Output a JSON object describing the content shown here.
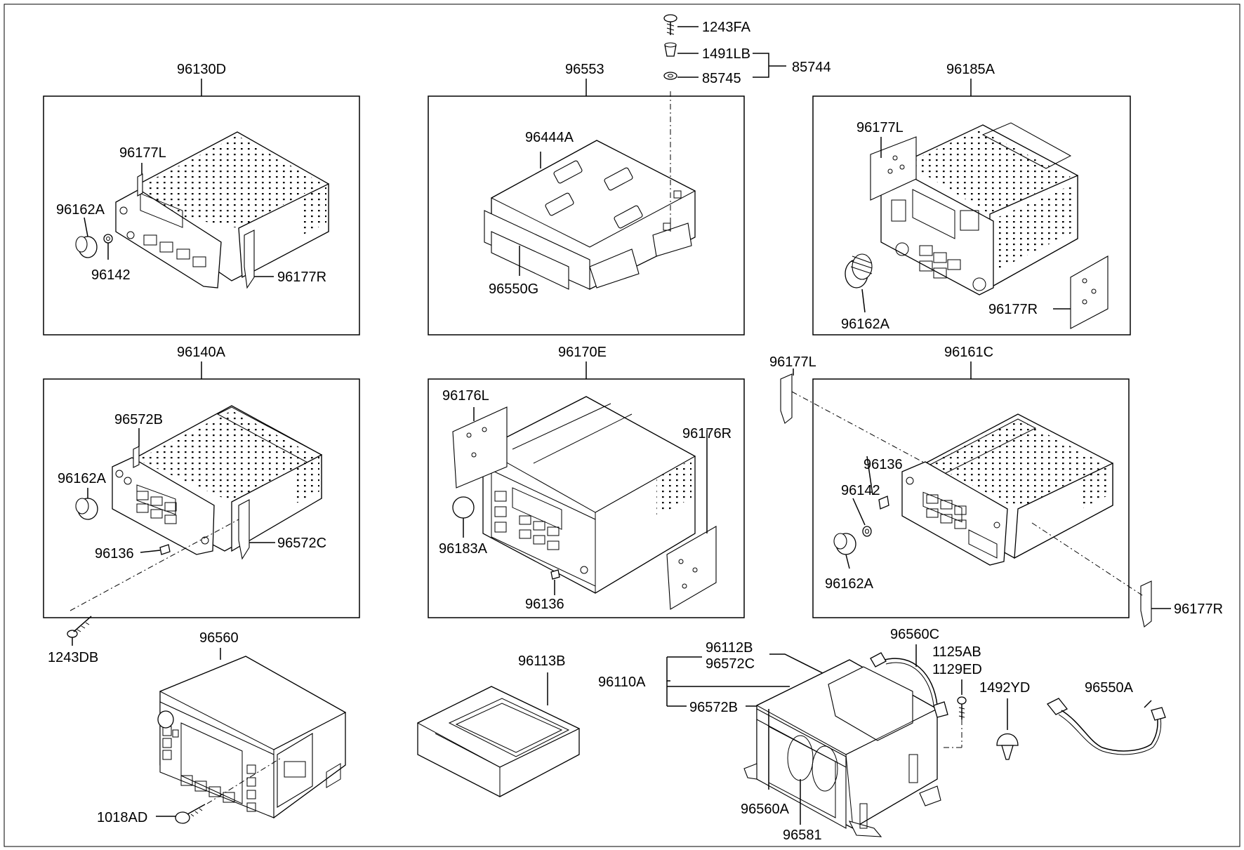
{
  "callouts": {
    "c96130D": "96130D",
    "c96553": "96553",
    "c96185A": "96185A",
    "c96177L_a": "96177L",
    "c96162A_a": "96162A",
    "c96142_a": "96142",
    "c96177R_a": "96177R",
    "c96444A": "96444A",
    "c96550G": "96550G",
    "c1243FA": "1243FA",
    "c1491LB": "1491LB",
    "c85745": "85745",
    "c85744": "85744",
    "c96177L_b": "96177L",
    "c96162A_b": "96162A",
    "c96177R_b": "96177R",
    "c96140A": "96140A",
    "c96170E": "96170E",
    "c96161C": "96161C",
    "c96177L_c": "96177L",
    "c96572B_a": "96572B",
    "c96162A_c": "96162A",
    "c96136_a": "96136",
    "c96572C_a": "96572C",
    "c1243DB": "1243DB",
    "c96176L": "96176L",
    "c96176R": "96176R",
    "c96183A": "96183A",
    "c96136_b": "96136",
    "c96136_c": "96136",
    "c96142_c": "96142",
    "c96162A_d": "96162A",
    "c96177R_c": "96177R",
    "c96560": "96560",
    "c1018AD": "1018AD",
    "c96113B": "96113B",
    "c96112B": "96112B",
    "c96572C_b": "96572C",
    "c96110A": "96110A",
    "c96572B_b": "96572B",
    "c96560C": "96560C",
    "c1125AB": "1125AB",
    "c1129ED": "1129ED",
    "c1492YD": "1492YD",
    "c96550A": "96550A",
    "c96560A": "96560A",
    "c96581": "96581"
  }
}
